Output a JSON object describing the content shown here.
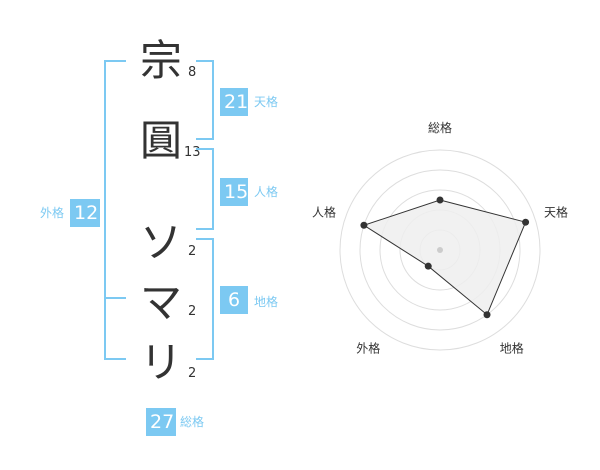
{
  "name_chars": [
    {
      "char": "宗",
      "strokes": "8"
    },
    {
      "char": "圓",
      "strokes": "13"
    },
    {
      "char": "ソ",
      "strokes": "2"
    },
    {
      "char": "マ",
      "strokes": "2"
    },
    {
      "char": "リ",
      "strokes": "2"
    }
  ],
  "kaku": {
    "tenkaku": {
      "value": "21",
      "label": "天格"
    },
    "jinkaku": {
      "value": "15",
      "label": "人格"
    },
    "chikaku": {
      "value": "6",
      "label": "地格"
    },
    "gaikaku": {
      "value": "12",
      "label": "外格"
    },
    "soukaku": {
      "value": "27",
      "label": "総格"
    }
  },
  "colors": {
    "accent": "#7cc9f2",
    "polygon_fill": "#eeeeee",
    "polygon_stroke": "#333333",
    "ring": "#dddddd"
  },
  "chart_data": {
    "type": "radar",
    "axes": [
      "総格",
      "天格",
      "地格",
      "外格",
      "人格"
    ],
    "values": [
      2.5,
      4.5,
      4.0,
      1.0,
      4.0
    ],
    "max": 5
  }
}
